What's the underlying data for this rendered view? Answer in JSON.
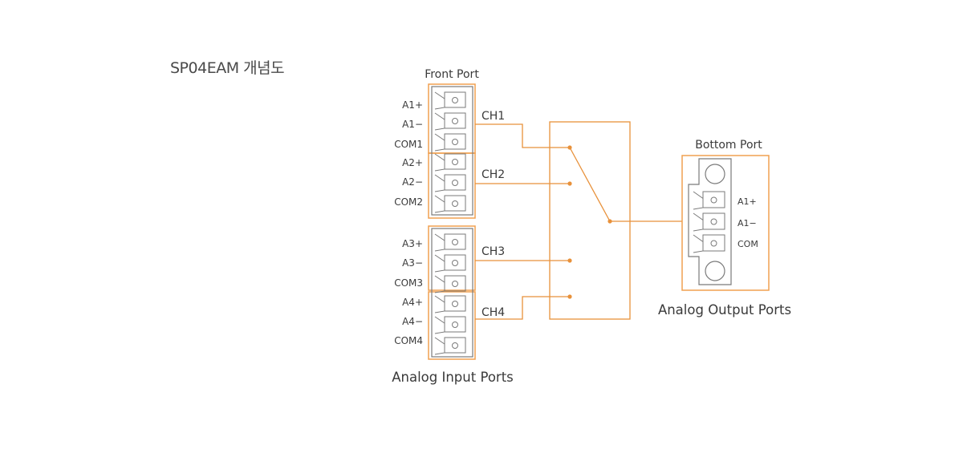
{
  "title": "SP04EAM 개념도",
  "front_port": {
    "label": "Front Port",
    "pins": [
      "A1+",
      "A1−",
      "COM1",
      "A2+",
      "A2−",
      "COM2",
      "A3+",
      "A3−",
      "COM3",
      "A4+",
      "A4−",
      "COM4"
    ],
    "channels": [
      "CH1",
      "CH2",
      "CH3",
      "CH4"
    ],
    "caption": "Analog Input Ports"
  },
  "bottom_port": {
    "label": "Bottom Port",
    "pins": [
      "A1+",
      "A1−",
      "COM"
    ],
    "caption": "Analog Output Ports"
  },
  "colors": {
    "accent": "#f0a050",
    "wire": "#e8913a",
    "connector": "#808080",
    "text": "#3a3a3a"
  }
}
